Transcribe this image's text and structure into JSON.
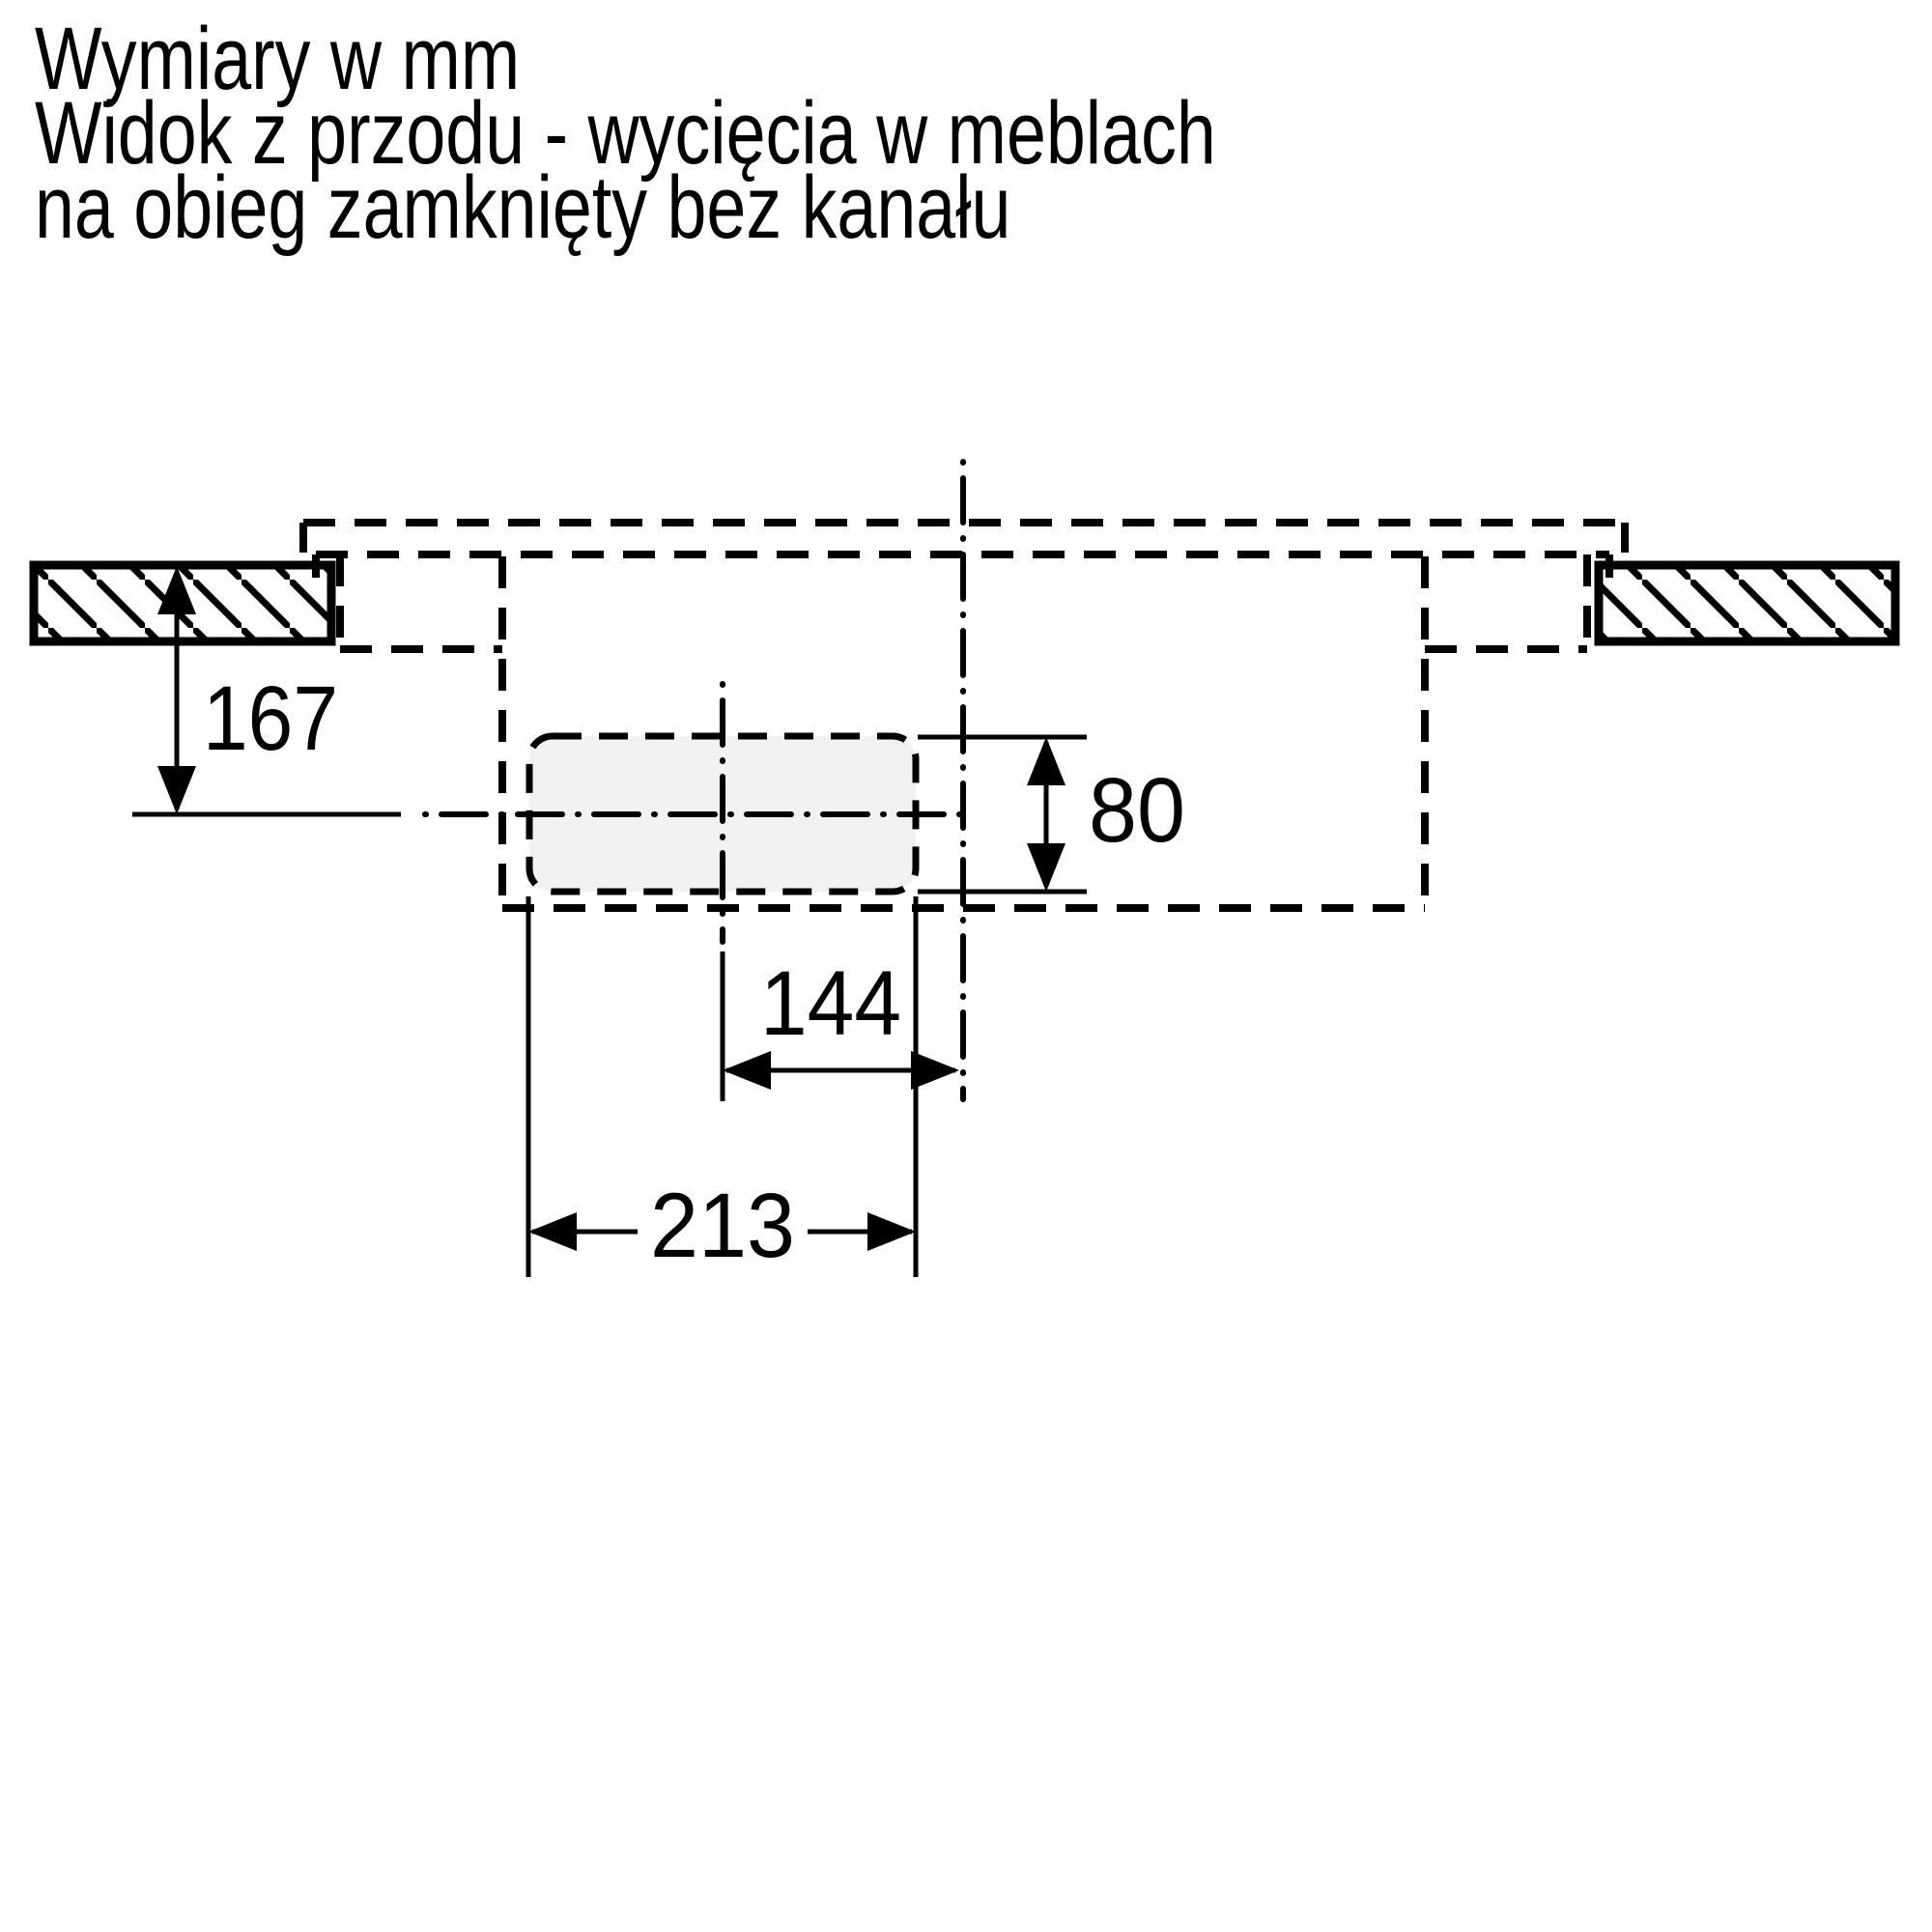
{
  "title": {
    "line1": "Wymiary w mm",
    "line2": "Widok z przodu - wycięcia w meblach",
    "line3": "na obieg zamknięty bez kanału"
  },
  "dimensions": {
    "worktop_to_cutout_center": {
      "value": "167",
      "unit": "mm"
    },
    "cutout_height": {
      "value": "80",
      "unit": "mm"
    },
    "cutout_center_offset": {
      "value": "144",
      "unit": "mm"
    },
    "cutout_width": {
      "value": "213",
      "unit": "mm"
    }
  },
  "colors": {
    "background": "#ffffff",
    "line": "#000000",
    "cutout_fill": "#f2f2f2"
  }
}
